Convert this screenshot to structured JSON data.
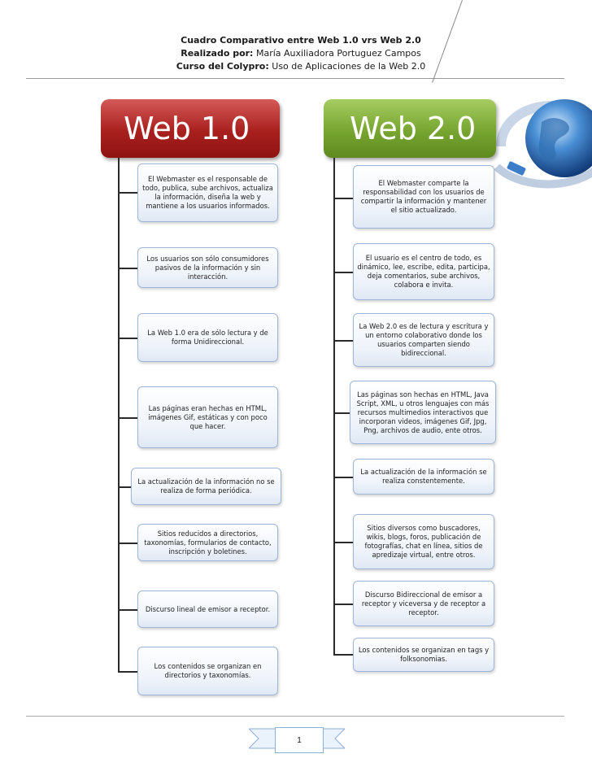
{
  "header": {
    "title": "Cuadro Comparativo entre Web 1.0 vrs Web 2.0",
    "author_label": "Realizado por:",
    "author": "María Auxiliadora Portuguez Campos",
    "course_label": "Curso del Colypro:",
    "course": "Uso de Aplicaciones de la Web 2.0"
  },
  "web1": {
    "title": "Web 1.0",
    "color": "#a8201e",
    "items": [
      "El Webmaster es el responsable de todo, publica, sube archivos, actualiza la información,  diseña la web y mantiene a los usuarios informados.",
      "Los usuarios son sólo consumidores pasivos de la información y sin interacción.",
      "La Web 1.0 era de sólo lectura y de forma Unidireccional.",
      "Las páginas eran hechas en HTML, imágenes Gif, estáticas y con poco que hacer.",
      "La actualización de la información no se realiza de forma periódica.",
      "Sitios reducidos a directorios, taxonomías, formularios de contacto, inscripción y boletines.",
      "Discurso lineal de emisor a receptor.",
      "Los contenidos se organizan en directorios y taxonomías."
    ]
  },
  "web2": {
    "title": "Web 2.0",
    "color": "#77a530",
    "items": [
      "El Webmaster comparte la responsabilidad con los usuarios de compartir la información y mantener el sitio actualizado.",
      "El usuario es el centro de todo, es dinámico, lee, escribe, edita, participa, deja comentarios, sube archivos, colabora e invita.",
      "La Web 2.0 es de lectura y escritura y un entorno colaborativo donde los usuarios comparten siendo bidireccional.",
      "Las páginas son hechas en HTML, Java Script, XML, u otros lenguajes con más recursos multimedios interactivos que incorporan videos, imágenes Gif, Jpg, Png, archivos de audio, ente otros.",
      "La actualización de la información se realiza constentemente.",
      "Sitios diversos como buscadores, wikis, blogs, foros, publicación de fotografías, chat en línea, sitios de apredizaje virtual, entre otros.",
      "Discurso Bidireccional de emisor a receptor y viceversa y de receptor a receptor.",
      "Los contenidos se organizan en tags y folksonomias."
    ]
  },
  "footer": {
    "page_number": "1"
  }
}
